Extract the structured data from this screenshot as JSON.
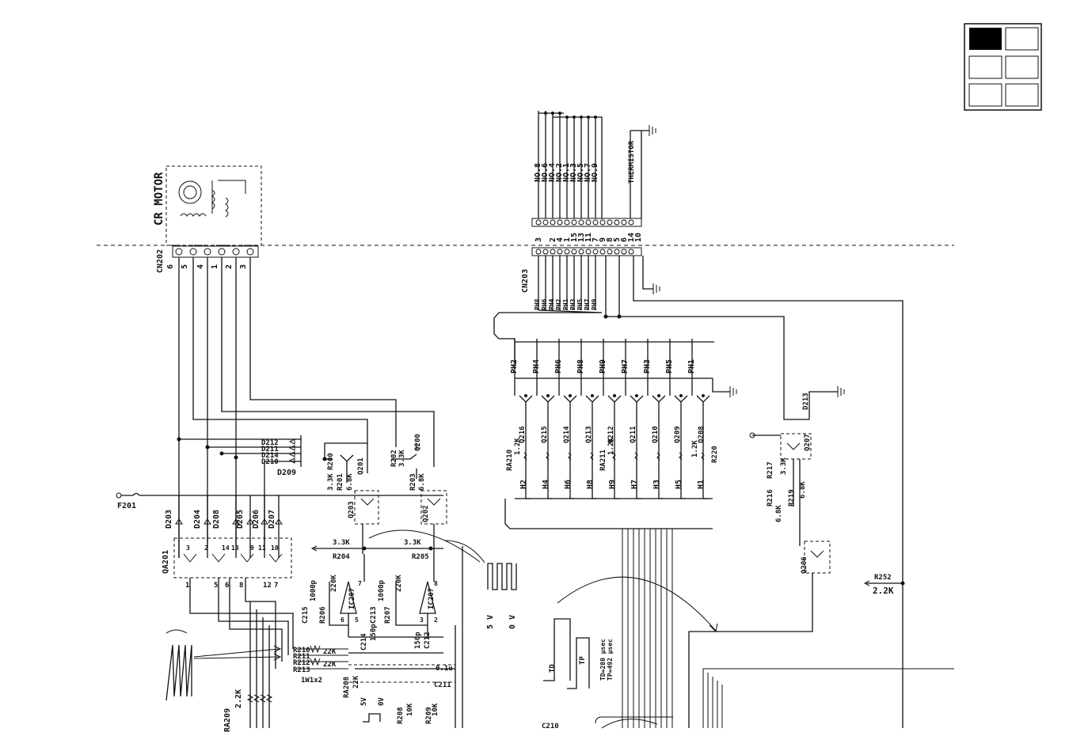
{
  "connectors": {
    "cn202": "CN202",
    "cn203": "CN203",
    "cn202_pins": [
      "6",
      "5",
      "4",
      "1",
      "2",
      "3"
    ],
    "cn203_pins": [
      "3",
      "2",
      "4",
      "1",
      "15",
      "13",
      "11",
      "7",
      "9",
      "8",
      "5",
      "6",
      "14",
      "10"
    ]
  },
  "motor": {
    "label": "CR MOTOR"
  },
  "fuse": "F201",
  "diodes": {
    "d203": "D203",
    "d204": "D204",
    "d208": "D208",
    "d205": "D205",
    "d206": "D206",
    "d207": "D207",
    "d212": "D212",
    "d211": "D211",
    "d214": "D214",
    "d210": "D210",
    "d209": "D209",
    "d213": "D213"
  },
  "qa201": {
    "label": "QA201",
    "pins_top": [
      "3",
      "2",
      "14",
      "13",
      "9",
      "11",
      "10"
    ],
    "pins_bottom": [
      "1",
      "5",
      "6",
      "8",
      "12",
      "7"
    ]
  },
  "transistors": {
    "q201": "Q201",
    "q200": "Q200",
    "q203": "Q203",
    "q202": "Q202",
    "q206": "Q206",
    "q207": "Q207",
    "q216": "Q216",
    "q215": "Q215",
    "q214": "Q214",
    "q213": "Q213",
    "q212": "Q212",
    "q211": "Q211",
    "q210": "Q210",
    "q209": "Q209",
    "q208": "Q208"
  },
  "resistors": {
    "r200": "R200",
    "r200_v": "3.3K",
    "r201": "R201",
    "r201_v": "6.8K",
    "r202": "R202",
    "r202_v": "3.3K",
    "r203": "R203",
    "r203_v": "6.8K",
    "r204": "R204",
    "r204_v": "3.3K",
    "r205": "R205",
    "r205_v": "3.3K",
    "r206": "R206",
    "r206_v": "220K",
    "r207": "R207",
    "r207_v": "220K",
    "r208": "R208",
    "r208_v": "10K",
    "r209": "R209",
    "r209_v": "10K",
    "r210": "R210",
    "r211": "R211",
    "r212": "R212",
    "r213": "R213",
    "r21x_v": "22K",
    "r21x_pkg": "1W1x2",
    "r216": "R216",
    "r216_v": "6.8K",
    "r217": "R217",
    "r217_v": "3.3K",
    "r219": "R219",
    "r219_v": "6.8K",
    "r220": "R220",
    "r220_v": "1.2K",
    "r252": "R252",
    "r252_v": "2.2K",
    "ra208": "RA208",
    "ra208_v": "22K",
    "ra209": "RA209",
    "ra209_v": "2.2K",
    "ra210": "RA210",
    "ra210_v": "1.2K",
    "ra211": "RA211",
    "ra211_v": "1.2K"
  },
  "capacitors": {
    "c215": "C215",
    "c215_v": "1000p",
    "c213": "C213",
    "c213_v": "1000p",
    "c214": "C214",
    "c214_v": "150p",
    "c212": "C212",
    "c212_v": "150p",
    "c211": "C211",
    "c211_v": "0.1u",
    "c210": "C210"
  },
  "ics": {
    "ic207a": "IC207",
    "ic207b": "IC207"
  },
  "ic_pins": {
    "a": [
      "7",
      "6",
      "5"
    ],
    "b": [
      "8",
      "3",
      "2"
    ]
  },
  "ph_labels": [
    "PH2",
    "PH4",
    "PH6",
    "PH8",
    "PH9",
    "PH7",
    "PH3",
    "PH5",
    "PH1"
  ],
  "h_labels": [
    "H2",
    "H4",
    "H6",
    "H8",
    "H9",
    "H7",
    "H3",
    "H5",
    "H1"
  ],
  "no_labels": [
    "NO.8",
    "NO.6",
    "NO.4",
    "NO.2",
    "NO.1",
    "NO.3",
    "NO.5",
    "NO.7",
    "NO.9"
  ],
  "thermistor": "THERMISTOR",
  "cn203_ph_labels": [
    "PH8",
    "PH6",
    "PH4",
    "PH2",
    "PH1",
    "PH3",
    "PH5",
    "PH7",
    "PH9"
  ],
  "voltages": {
    "v5": "5V",
    "v0": "0V",
    "v5b": "5 V",
    "v0b": "0 V"
  },
  "timing": {
    "td": "TD",
    "tp": "TP",
    "td_val": "TD=280 μsec",
    "tp_val": "TP=492 μsec"
  }
}
